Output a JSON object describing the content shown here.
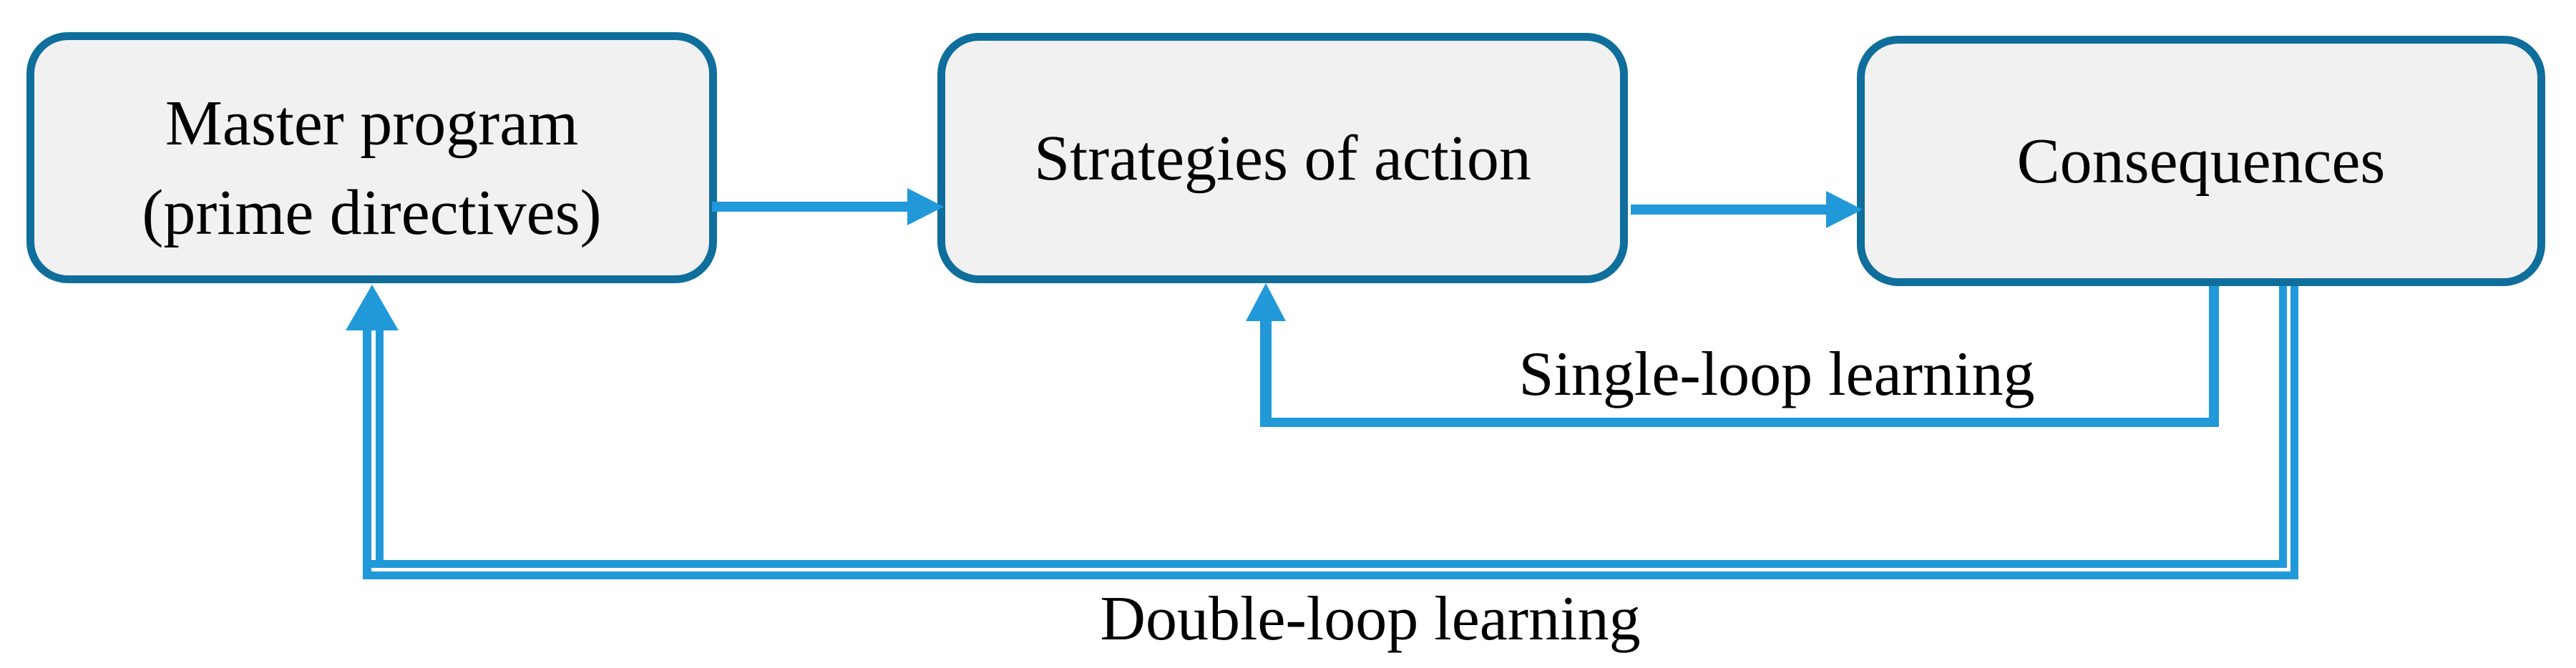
{
  "diagram": {
    "boxes": {
      "master": {
        "line1": "Master program",
        "line2": "(prime directives)"
      },
      "strategies": {
        "label": "Strategies of action"
      },
      "consequences": {
        "label": "Consequences"
      }
    },
    "loops": {
      "single_loop_label": "Single-loop learning",
      "double_loop_label": "Double-loop learning"
    },
    "colors": {
      "box_border": "#0f6e9c",
      "box_fill": "#f1f1f1",
      "arrow": "#2199d9",
      "text": "#000000",
      "background": "#ffffff"
    }
  }
}
